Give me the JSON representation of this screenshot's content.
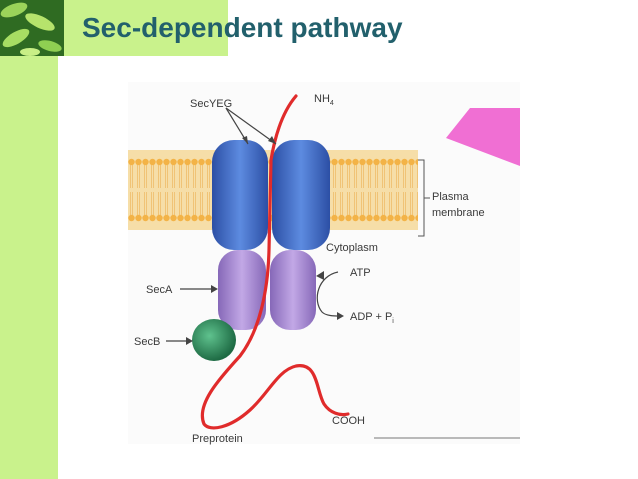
{
  "slide": {
    "title": "Sec-dependent pathway"
  },
  "diagram": {
    "labels": {
      "secyeg": "SecYEG",
      "nh4": "NH",
      "nh4_sub": "4",
      "plasma": "Plasma",
      "membrane": "membrane",
      "cytoplasm": "Cytoplasm",
      "atp": "ATP",
      "adp": "ADP + P",
      "adp_sub": "i",
      "seca": "SecA",
      "secb": "SecB",
      "cooh": "COOH",
      "preprotein": "Preprotein"
    }
  },
  "colors": {
    "title": "#22606c",
    "accent_green": "#c9f28c",
    "secyeg_blue": "#3e6ec9",
    "seca_purple": "#a98bd2",
    "secb_green": "#2e8a5c",
    "chain_red": "#e02b2b",
    "membrane_bg": "#f6dea8",
    "lipid_head": "#f3b347",
    "pointer_pink": "#f06fd3"
  }
}
